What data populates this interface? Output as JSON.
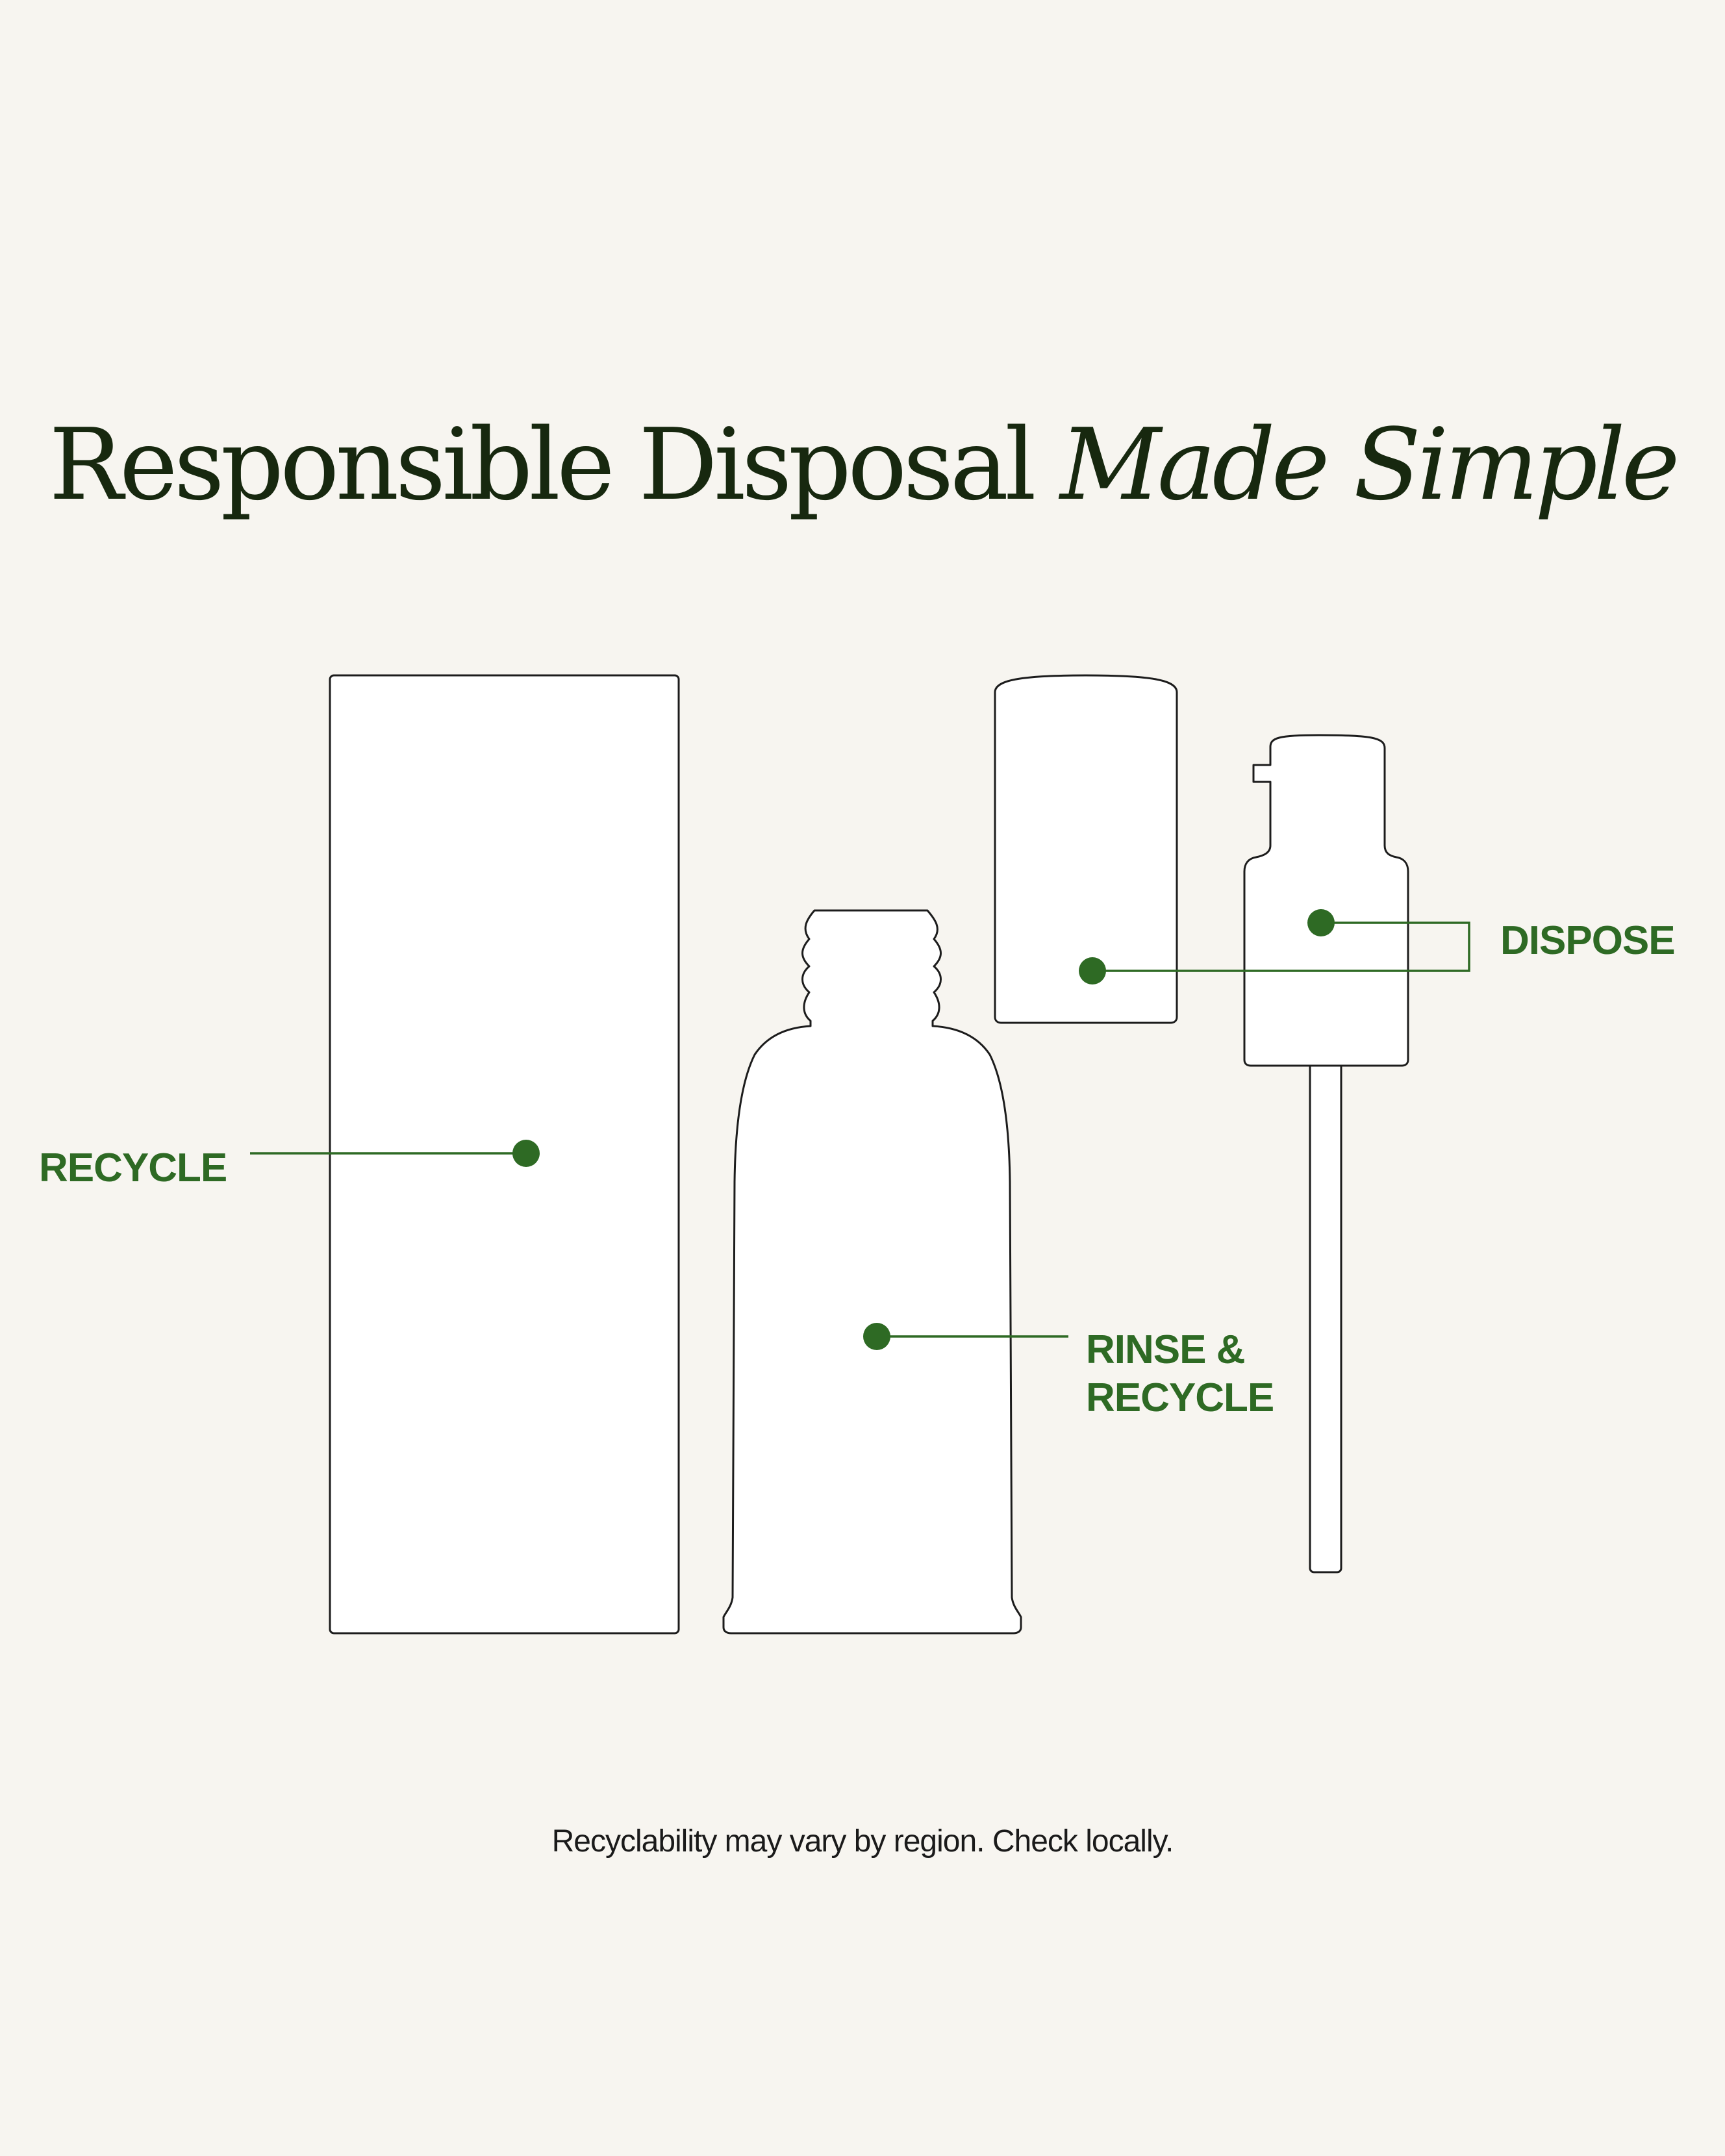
{
  "title": {
    "regular": "Responsible Disposal",
    "italic": "Made Simple"
  },
  "labels": {
    "box": "RECYCLE",
    "bottle": [
      "RINSE &",
      "RECYCLE"
    ],
    "cap_pump": "DISPOSE"
  },
  "footnote": "Recyclability may vary by region. Check locally.",
  "colors": {
    "background": "#f7f5f0",
    "title": "#17280f",
    "accent": "#2e6a24",
    "outline": "#1c1c1c",
    "fill": "#ffffff"
  }
}
